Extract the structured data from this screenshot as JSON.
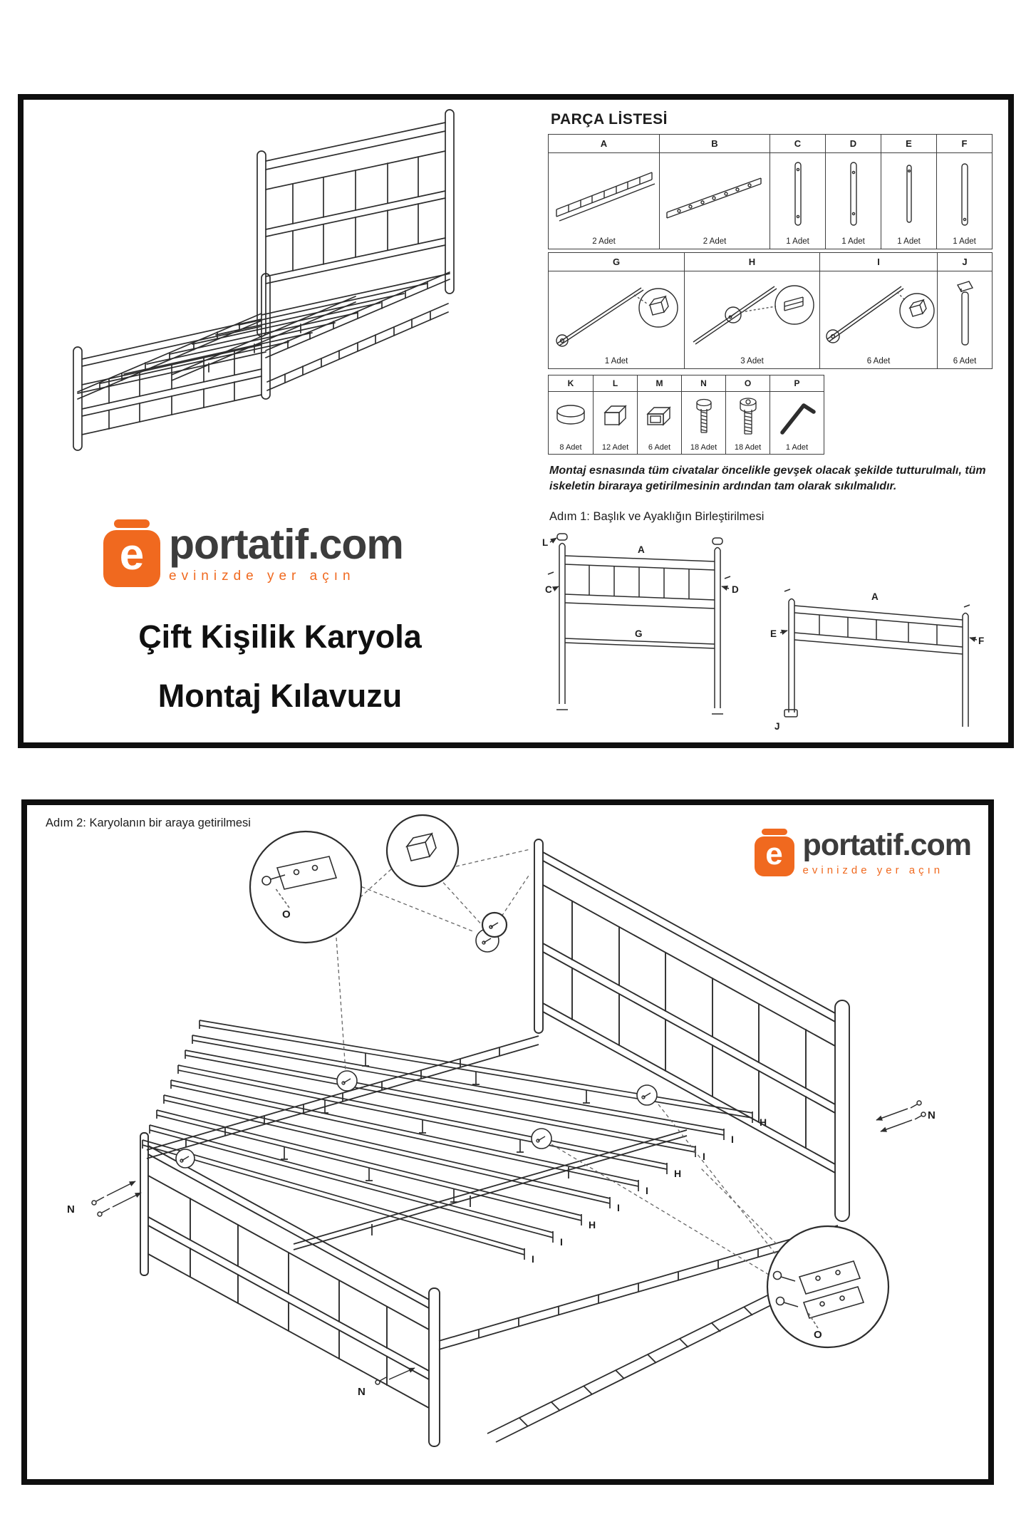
{
  "colors": {
    "accent_orange": "#f0691f",
    "ink": "#1d1d1d",
    "frame_black": "#0f0f0f"
  },
  "logo": {
    "letter": "e",
    "brand": "portatif.com",
    "tagline": "evinizde yer açın"
  },
  "page1": {
    "parts_title": "PARÇA LİSTESİ",
    "row1": [
      {
        "label": "A",
        "count": "2 Adet"
      },
      {
        "label": "B",
        "count": "2 Adet"
      },
      {
        "label": "C",
        "count": "1 Adet"
      },
      {
        "label": "D",
        "count": "1 Adet"
      },
      {
        "label": "E",
        "count": "1 Adet"
      },
      {
        "label": "F",
        "count": "1 Adet"
      }
    ],
    "row2": [
      {
        "label": "G",
        "count": "1 Adet"
      },
      {
        "label": "H",
        "count": "3 Adet"
      },
      {
        "label": "I",
        "count": "6 Adet"
      },
      {
        "label": "J",
        "count": "6 Adet"
      }
    ],
    "row3": [
      {
        "label": "K",
        "count": "8 Adet"
      },
      {
        "label": "L",
        "count": "12 Adet"
      },
      {
        "label": "M",
        "count": "6 Adet"
      },
      {
        "label": "N",
        "count": "18 Adet"
      },
      {
        "label": "O",
        "count": "18 Adet"
      },
      {
        "label": "P",
        "count": "1 Adet"
      }
    ],
    "note": "Montaj esnasında tüm civatalar öncelikle gevşek olacak şekilde tutturulmalı, tüm iskeletin biraraya getirilmesinin ardından tam olarak sıkılmalıdır.",
    "step1_title": "Adım 1: Başlık ve Ayaklığın Birleştirilmesi",
    "product_title_line1": "Çift Kişilik Karyola",
    "product_title_line2": "Montaj Kılavuzu",
    "diagram_labels": {
      "L": "L",
      "C": "C",
      "A": "A",
      "D": "D",
      "G": "G",
      "E": "E",
      "F": "F",
      "J": "J"
    }
  },
  "page2": {
    "step2_title": "Adım 2: Karyolanın bir araya getirilmesi",
    "part_labels": {
      "H": "H",
      "I": "I",
      "N": "N",
      "O": "O"
    }
  }
}
